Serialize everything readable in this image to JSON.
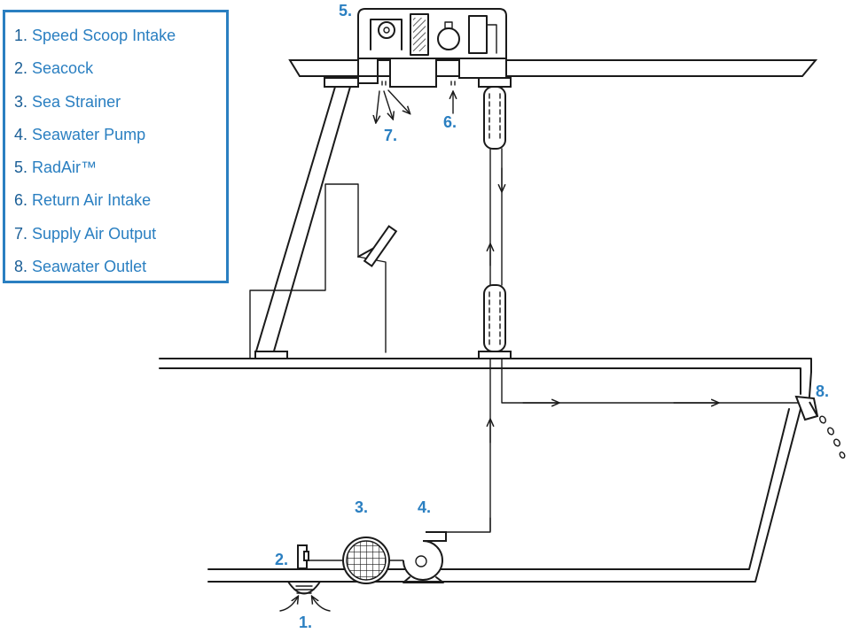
{
  "legend": {
    "items": [
      {
        "num": "1.",
        "label": "Speed Scoop Intake"
      },
      {
        "num": "2.",
        "label": "Seacock"
      },
      {
        "num": "3.",
        "label": "Sea Strainer"
      },
      {
        "num": "4.",
        "label": "Seawater Pump"
      },
      {
        "num": "5.",
        "label": "RadAir™"
      },
      {
        "num": "6.",
        "label": "Return Air Intake"
      },
      {
        "num": "7.",
        "label": "Supply Air Output"
      },
      {
        "num": "8.",
        "label": "Seawater Outlet"
      }
    ]
  },
  "callouts": {
    "c1": "1.",
    "c2": "2.",
    "c3": "3.",
    "c4": "4.",
    "c5": "5.",
    "c6": "6.",
    "c7": "7.",
    "c8": "8."
  },
  "colors": {
    "accent": "#2a7fc1",
    "ink": "#1a1a1a"
  }
}
